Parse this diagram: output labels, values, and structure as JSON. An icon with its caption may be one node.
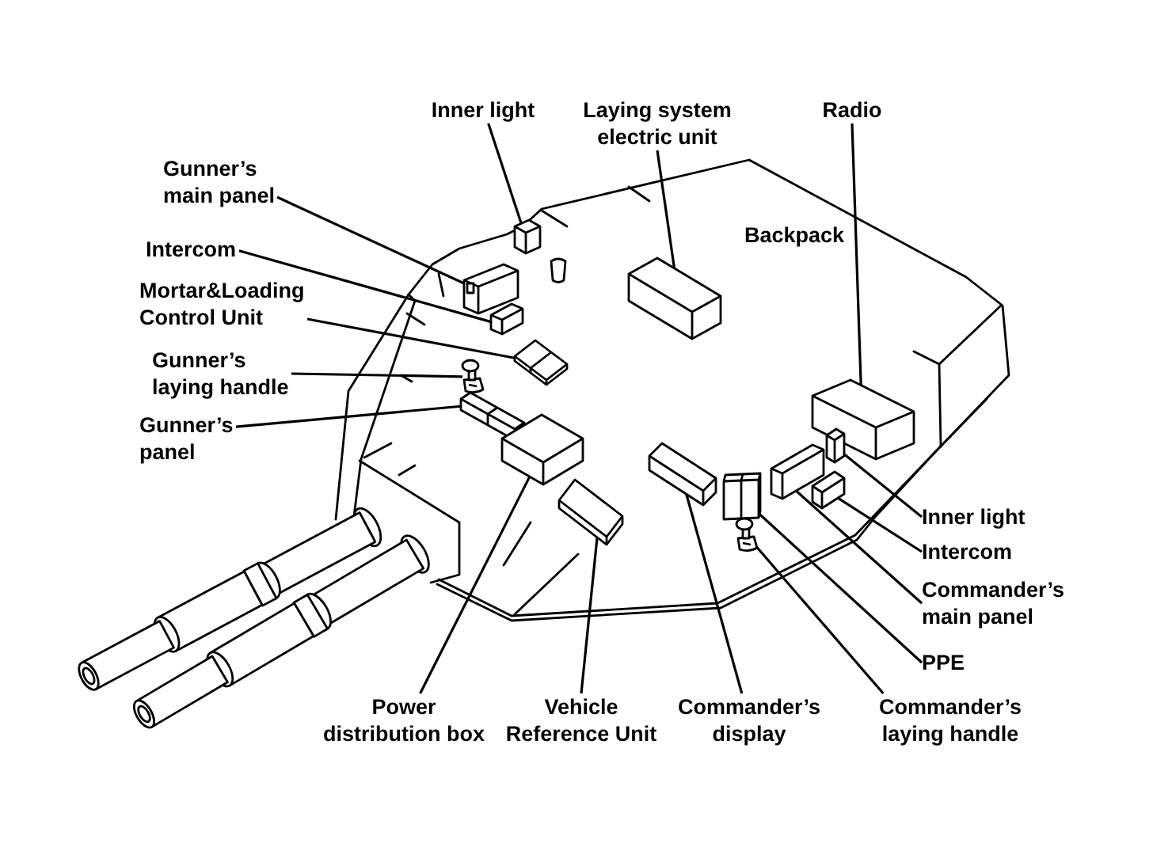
{
  "diagram": {
    "nodes": [
      {
        "text": [
          "Inner light"
        ]
      },
      {
        "text": [
          "Laying system electric unit"
        ]
      },
      {
        "text": [
          "Radio"
        ]
      },
      {
        "text": [
          "Gunner’s main panel"
        ]
      },
      {
        "text": [
          "Intercom"
        ]
      },
      {
        "text": [
          "Mortar&Loading Control Unit"
        ]
      },
      {
        "text": [
          "Gunner’s laying handle"
        ]
      },
      {
        "text": [
          "Gunner’s panel"
        ]
      },
      {
        "text": [
          "Inner light"
        ]
      },
      {
        "text": [
          "Intercom"
        ]
      },
      {
        "text": [
          "Commander’s main panel"
        ]
      },
      {
        "text": [
          "PPE"
        ]
      },
      {
        "text": [
          "Power distribution box"
        ]
      },
      {
        "text": [
          "Vehicle Reference Unit"
        ]
      },
      {
        "text": [
          "Commander’s display"
        ]
      },
      {
        "text": [
          "Commander’s laying handle"
        ]
      },
      {
        "text": [],
        "shape": "box"
      },
      {
        "text": [],
        "shape": "box"
      },
      {
        "text": [],
        "shape": "box"
      },
      {
        "text": [],
        "shape": "box"
      },
      {
        "text": [],
        "shape": "box"
      },
      {
        "text": [],
        "shape": "box"
      },
      {
        "text": [],
        "shape": "picture"
      },
      {
        "text": [],
        "shape": "box"
      },
      {
        "text": [],
        "shape": "box"
      },
      {
        "text": [],
        "shape": "box"
      },
      {
        "text": [],
        "shape": "box"
      },
      {
        "text": [],
        "shape": "box"
      },
      {
        "text": [],
        "shape": "box"
      },
      {
        "text": [],
        "shape": "box"
      },
      {
        "text": [],
        "shape": "box"
      },
      {
        "text": [],
        "shape": "picture"
      }
    ],
    "edges": [
      {
        "from": 0,
        "to": 16,
        "arrow": "none"
      },
      {
        "from": 1,
        "to": 17,
        "arrow": "none"
      },
      {
        "from": 2,
        "to": 18,
        "arrow": "none"
      },
      {
        "from": 3,
        "to": 19,
        "arrow": "none"
      },
      {
        "from": 4,
        "to": 20,
        "arrow": "none"
      },
      {
        "from": 5,
        "to": 21,
        "arrow": "none"
      },
      {
        "from": 6,
        "to": 22,
        "arrow": "none"
      },
      {
        "from": 7,
        "to": 23,
        "arrow": "none"
      },
      {
        "from": 8,
        "to": 24,
        "arrow": "none"
      },
      {
        "from": 9,
        "to": 25,
        "arrow": "none"
      },
      {
        "from": 10,
        "to": 26,
        "arrow": "none"
      },
      {
        "from": 11,
        "to": 27,
        "arrow": "none"
      },
      {
        "from": 12,
        "to": 28,
        "arrow": "none"
      },
      {
        "from": 13,
        "to": 29,
        "arrow": "none"
      },
      {
        "from": 14,
        "to": 30,
        "arrow": "none"
      },
      {
        "from": 15,
        "to": 31,
        "arrow": "none"
      }
    ],
    "labels": [
      "Backpack"
    ]
  }
}
